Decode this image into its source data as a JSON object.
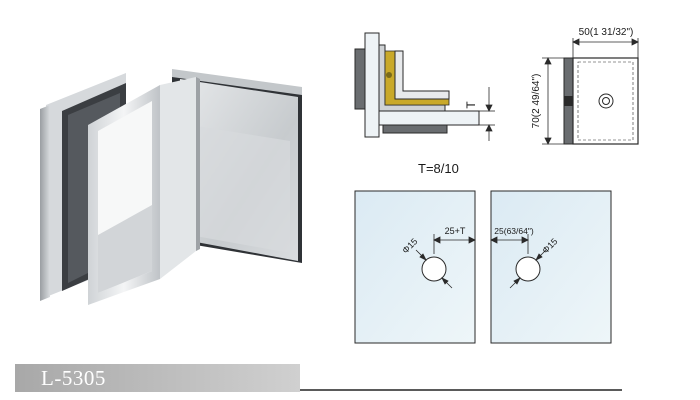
{
  "product": {
    "model": "L-5305"
  },
  "section_diagram": {
    "thickness_label": "T",
    "thickness_value": "T=8/10"
  },
  "side_diagram": {
    "width_label": "50(1 31/32\")",
    "height_label": "70(2 49/64\")"
  },
  "hole_left": {
    "offset_label": "25+T",
    "diameter_label": "Φ15"
  },
  "hole_right": {
    "offset_label": "25(63/64\")",
    "diameter_label": "Φ15"
  },
  "colors": {
    "glass_fill": "#e2eff5",
    "metal_light": "#e8eaec",
    "metal_dark": "#505358",
    "gasket": "#c9a92a",
    "line": "#2a2a2a"
  }
}
